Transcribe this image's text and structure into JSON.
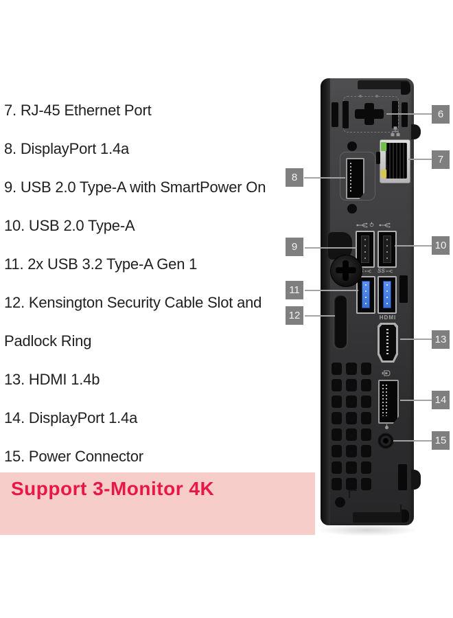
{
  "features": {
    "items": [
      "7. RJ-45 Ethernet Port",
      "8. DisplayPort 1.4a",
      "9. USB 2.0 Type-A with SmartPower On",
      "10. USB 2.0 Type-A",
      "11. 2x USB 3.2 Type-A Gen 1",
      "12. Kensington Security Cable Slot and Padlock Ring",
      "13. HDMI 1.4b",
      "14. DisplayPort 1.4a",
      "15. Power Connector"
    ]
  },
  "banner": {
    "text": "Support 3-Monitor 4K"
  },
  "callouts": {
    "badges": [
      "6",
      "7",
      "8",
      "9",
      "10",
      "11",
      "12",
      "13",
      "14",
      "15"
    ]
  },
  "device": {
    "labels": {
      "hdmi": "HDMI",
      "usb3_left": "SS",
      "usb3_right": "SS"
    },
    "icons": [
      "antenna-mount",
      "network-icon",
      "usb-icon",
      "smartpower-icon",
      "usb3-ss-icon",
      "displayport-icon",
      "power-icon"
    ]
  },
  "colors": {
    "banner_bg": "#f6cdc9",
    "banner_text": "#e8174a",
    "badge_bg": "#7f7f7f",
    "badge_text": "#f2f2f2",
    "callout_line": "#a3a3a3",
    "list_text": "#1f1f1f",
    "usb3_blue": "#3a72d9",
    "led_green": "#6fbf4a",
    "led_yellow": "#d6c54e"
  }
}
